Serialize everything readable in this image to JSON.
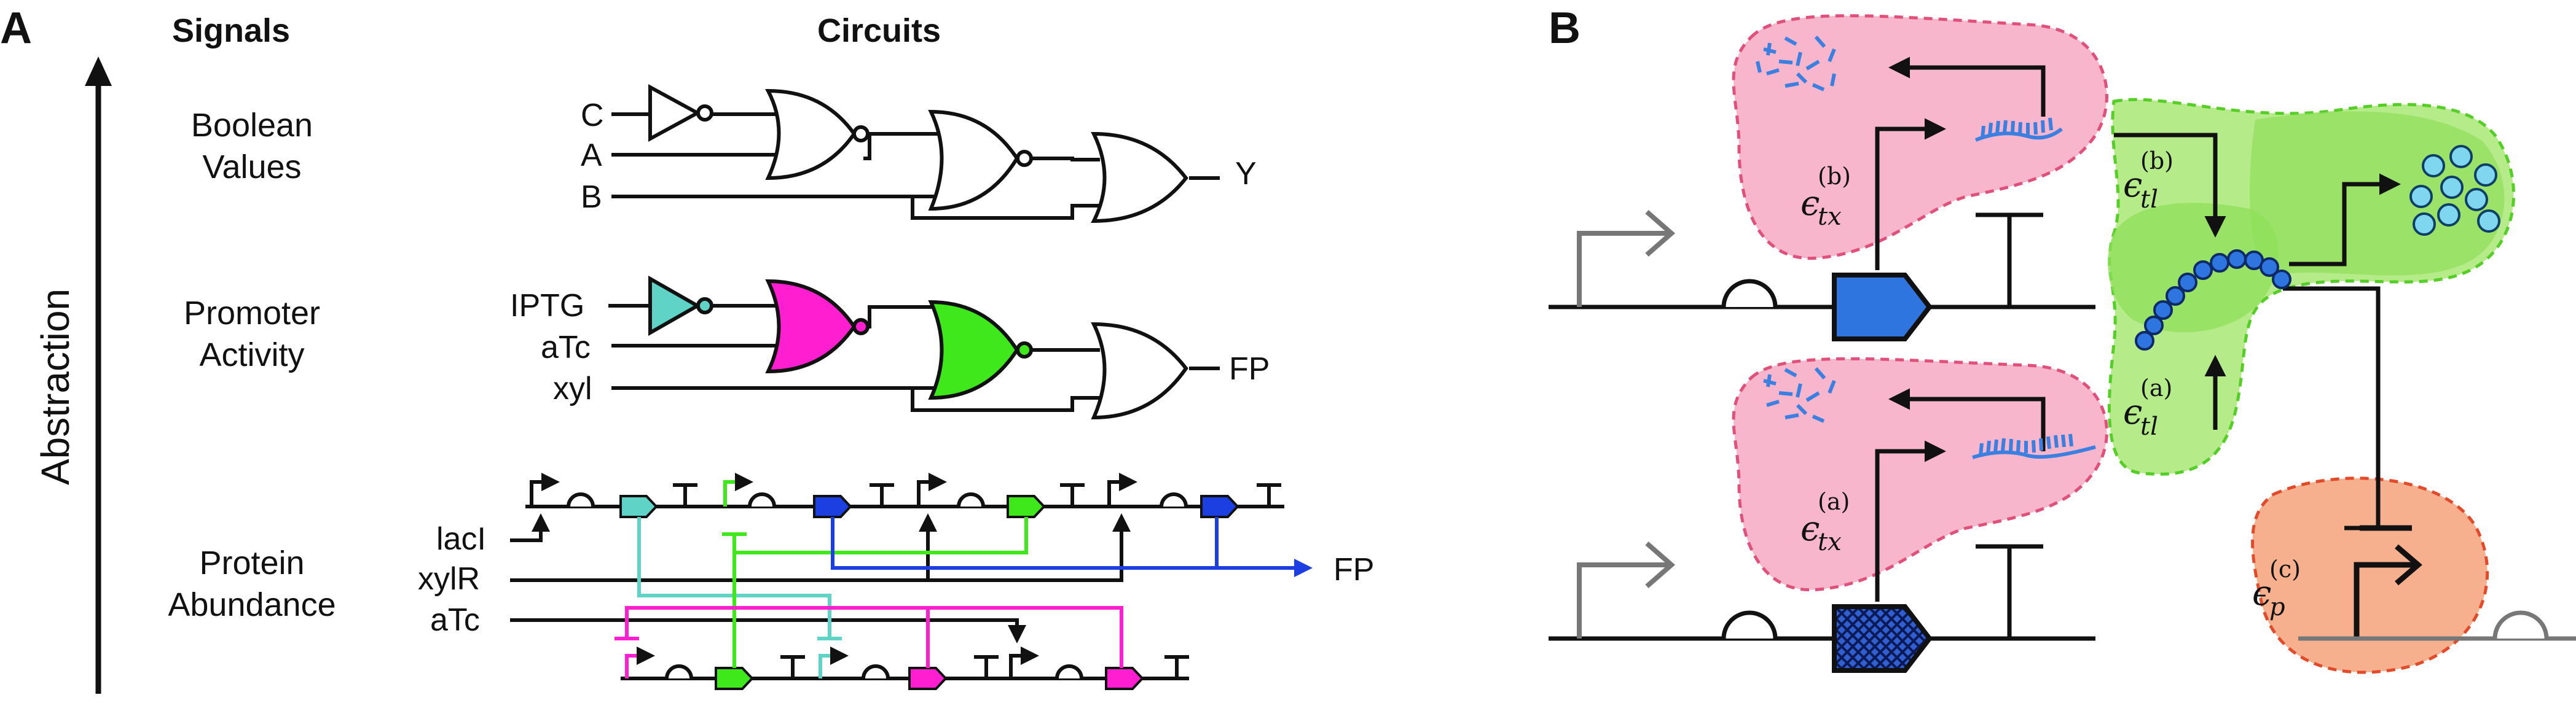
{
  "panel_a": {
    "label": "A",
    "col_signals": "Signals",
    "col_circuits": "Circuits",
    "axis_label": "Abstraction",
    "levels": [
      {
        "line1": "Boolean",
        "line2": "Values"
      },
      {
        "line1": "Promoter",
        "line2": "Activity"
      },
      {
        "line1": "Protein",
        "line2": "Abundance"
      }
    ],
    "boolean_inputs": [
      "C",
      "A",
      "B"
    ],
    "boolean_output": "Y",
    "promoter_inputs": [
      "IPTG",
      "aTc",
      "xyl"
    ],
    "promoter_output": "FP",
    "protein_inputs": [
      "lacI",
      "xylR",
      "aTc"
    ],
    "protein_output": "FP"
  },
  "panel_b": {
    "label": "B",
    "eps_tx_b": {
      "base": "ϵ",
      "sub": "tx",
      "sup": "(b)"
    },
    "eps_tl_b": {
      "base": "ϵ",
      "sub": "tl",
      "sup": "(b)"
    },
    "eps_tl_a": {
      "base": "ϵ",
      "sub": "tl",
      "sup": "(a)"
    },
    "eps_tx_a": {
      "base": "ϵ",
      "sub": "tx",
      "sup": "(a)"
    },
    "eps_p_c": {
      "base": "ϵ",
      "sub": "p",
      "sup": "(c)"
    }
  },
  "colors": {
    "cyan": "#5fd3c6",
    "magenta": "#ff1fd1",
    "green": "#3ee81a",
    "blue": "#1b3fe0",
    "pink_region": "#f7b6cc",
    "green_region": "#9fe36a",
    "orange_region": "#f6b08e"
  }
}
